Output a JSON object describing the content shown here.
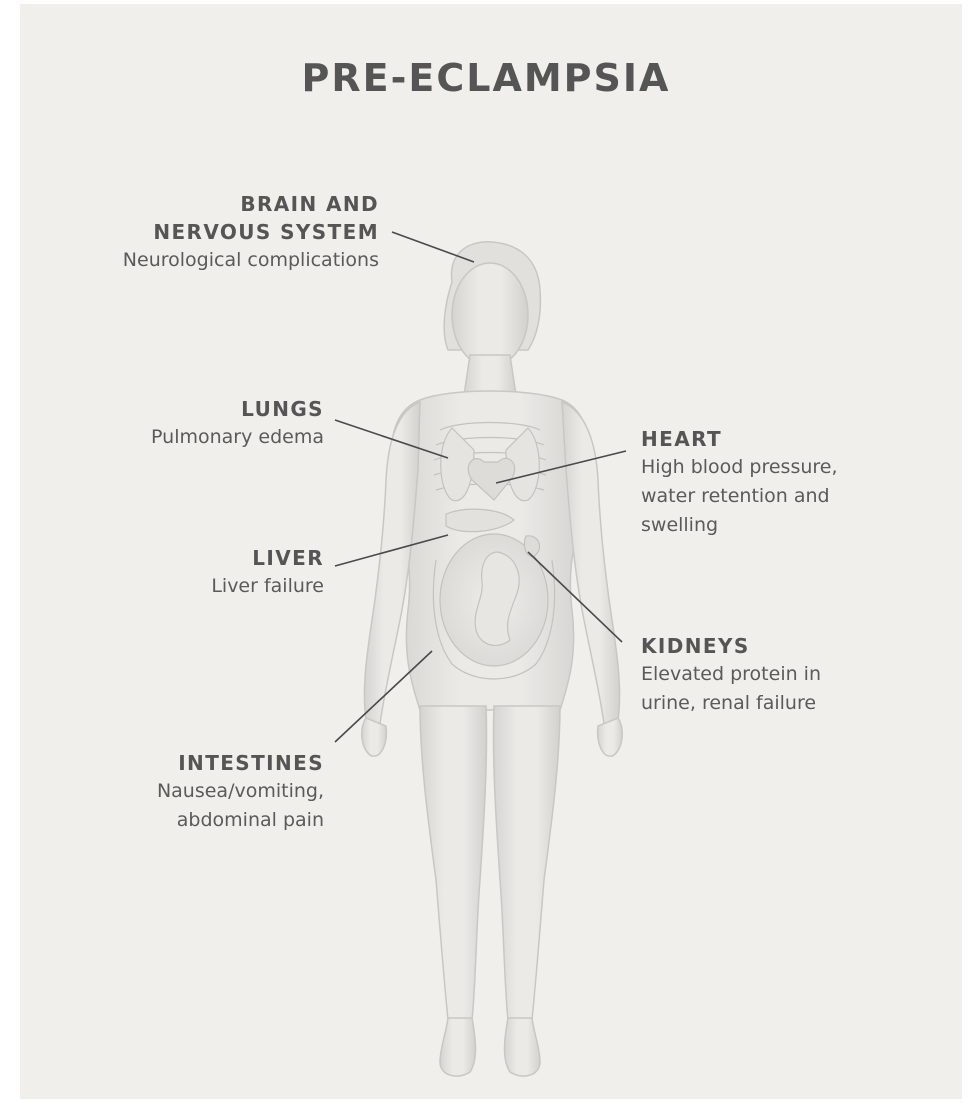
{
  "title": "PRE-ECLAMPSIA",
  "callouts": {
    "brain": {
      "title": "BRAIN AND\nNERVOUS SYSTEM",
      "desc": "Neurological complications"
    },
    "lungs": {
      "title": "LUNGS",
      "desc": "Pulmonary edema"
    },
    "liver": {
      "title": "LIVER",
      "desc": "Liver failure"
    },
    "intestines": {
      "title": "INTESTINES",
      "desc": "Nausea/vomiting,\nabdominal pain"
    },
    "heart": {
      "title": "HEART",
      "desc": "High blood pressure,\nwater retention and\nswelling"
    },
    "kidneys": {
      "title": "KIDNEYS",
      "desc": "Elevated protein in\nurine, renal failure"
    }
  },
  "colors": {
    "background": "#f1efec",
    "text": "#555555",
    "leader_line": "#4a4a4a",
    "body": "#e4e2df"
  }
}
